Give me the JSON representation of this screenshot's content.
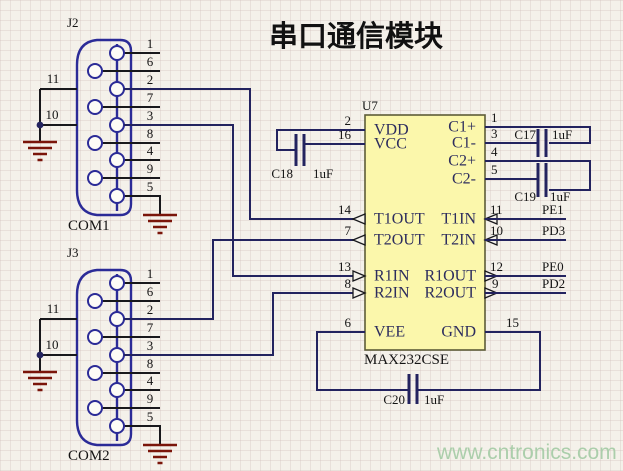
{
  "title": "串口通信模块",
  "watermark": "www.cntronics.com",
  "chip": {
    "ref": "U7",
    "part": "MAX232CSE",
    "left_pins": [
      {
        "num": "2",
        "name": "VDD"
      },
      {
        "num": "16",
        "name": "VCC"
      },
      {
        "num": "14",
        "name": "T1OUT"
      },
      {
        "num": "7",
        "name": "T2OUT"
      },
      {
        "num": "13",
        "name": "R1IN"
      },
      {
        "num": "8",
        "name": "R2IN"
      },
      {
        "num": "6",
        "name": "VEE"
      }
    ],
    "right_pins": [
      {
        "num": "1",
        "name": "C1+"
      },
      {
        "num": "3",
        "name": "C1-"
      },
      {
        "num": "4",
        "name": "C2+"
      },
      {
        "num": "5",
        "name": "C2-"
      },
      {
        "num": "11",
        "name": "T1IN",
        "net": "PE1"
      },
      {
        "num": "10",
        "name": "T2IN",
        "net": "PD3"
      },
      {
        "num": "12",
        "name": "R1OUT",
        "net": "PE0"
      },
      {
        "num": "9",
        "name": "R2OUT",
        "net": "PD2"
      },
      {
        "num": "15",
        "name": "GND"
      }
    ]
  },
  "connectors": [
    {
      "ref": "J2",
      "name": "COM1",
      "pins": [
        "1",
        "6",
        "2",
        "7",
        "3",
        "8",
        "4",
        "9",
        "5"
      ],
      "mount_pins": [
        "11",
        "10"
      ]
    },
    {
      "ref": "J3",
      "name": "COM2",
      "pins": [
        "1",
        "6",
        "2",
        "7",
        "3",
        "8",
        "4",
        "9",
        "5"
      ],
      "mount_pins": [
        "11",
        "10"
      ]
    }
  ],
  "capacitors": {
    "c17": {
      "ref": "C17",
      "value": "1uF"
    },
    "c18": {
      "ref": "C18",
      "value": "1uF"
    },
    "c19": {
      "ref": "C19",
      "value": "1uF"
    },
    "c20": {
      "ref": "C20",
      "value": "1uF"
    }
  },
  "colors": {
    "background": "#f4f1ea",
    "wire": "#23235f",
    "connector_outline": "#2b2b97",
    "ground": "#7a150a",
    "chip_fill": "#fbf7ab",
    "chip_border": "#5d5c38",
    "pin_name_text": "#2d2d5e",
    "label_text": "#141414",
    "watermark_text": "#abceab"
  }
}
